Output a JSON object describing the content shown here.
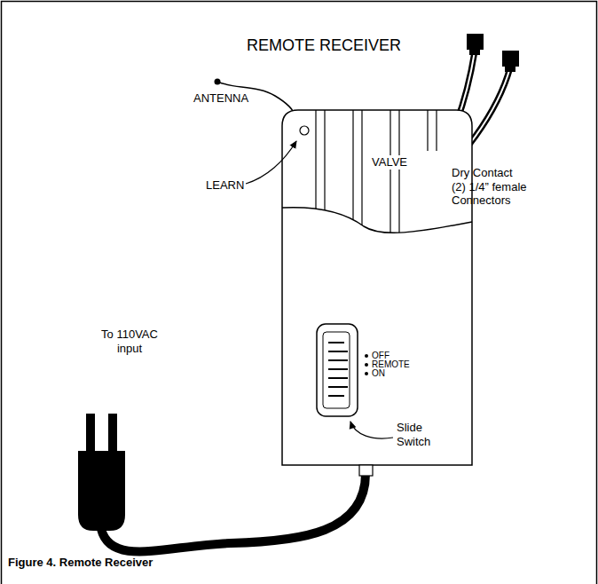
{
  "diagram": {
    "title": "REMOTE RECEIVER",
    "caption": "Figure 4.  Remote Receiver",
    "labels": [
      "ANTENNA",
      "LEARN",
      "VALVE",
      "Dry Contact (2) 1/4” female Connectors",
      "OFF",
      "REMOTE",
      "ON",
      "To 110VAC input",
      "Slide Switch"
    ]
  }
}
